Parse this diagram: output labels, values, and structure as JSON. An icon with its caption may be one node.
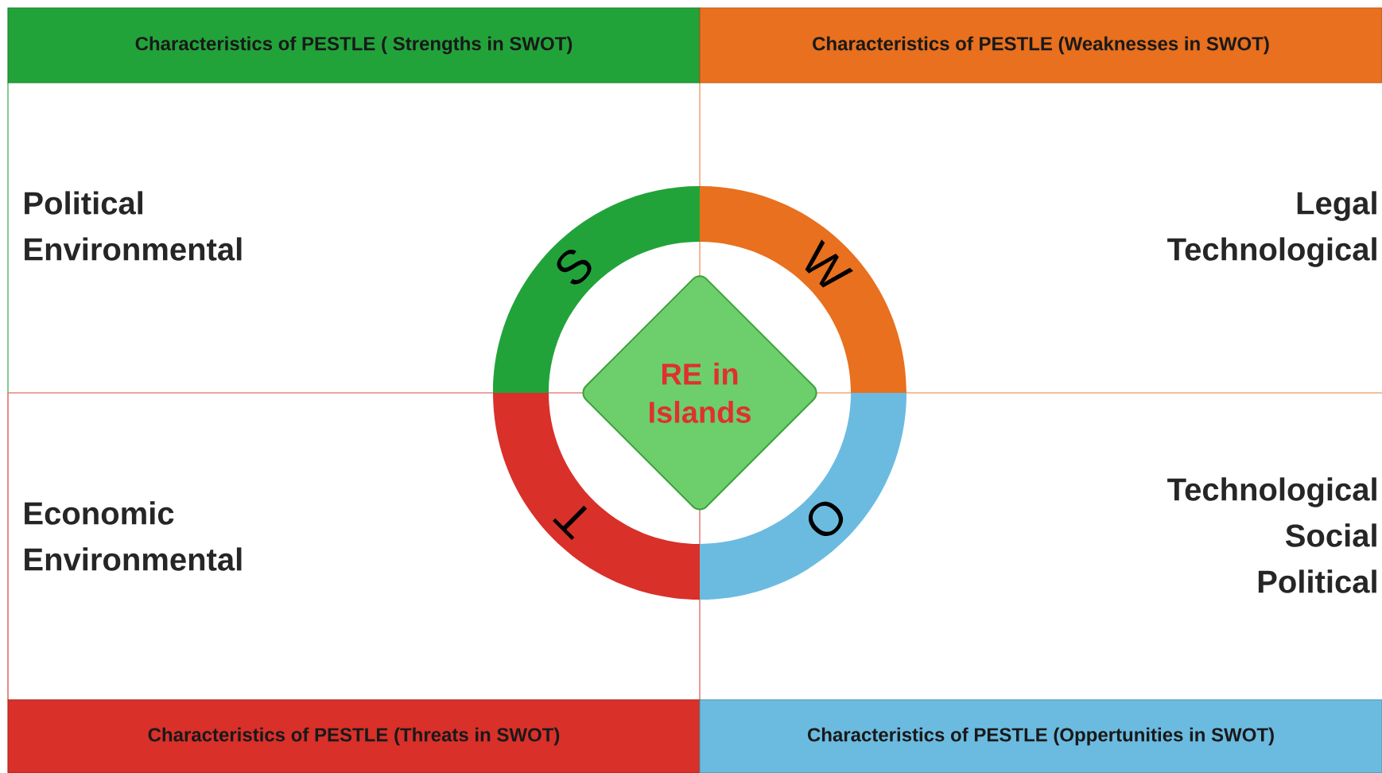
{
  "diagram": {
    "nodes": [
      {
        "text": [
          "Characteristics of PESTLE ( Strengths in SWOT)"
        ]
      },
      {
        "text": [
          "Characteristics of PESTLE (Weaknesses in SWOT)"
        ]
      },
      {
        "text": [
          "S"
        ]
      },
      {
        "text": [
          "W"
        ]
      },
      {
        "text": [
          "T"
        ]
      },
      {
        "text": [
          "O"
        ]
      },
      {
        "text": [
          "RE in Islands"
        ]
      },
      {
        "text": [
          "Characteristics of PESTLE (Threats in SWOT)"
        ]
      },
      {
        "text": [
          "Characteristics of PESTLE (Oppertunities in SWOT)"
        ]
      }
    ],
    "labels": [
      "Political Environmental",
      "Legal Technological",
      "Economic Environmental",
      "Technological Social Political"
    ]
  }
}
